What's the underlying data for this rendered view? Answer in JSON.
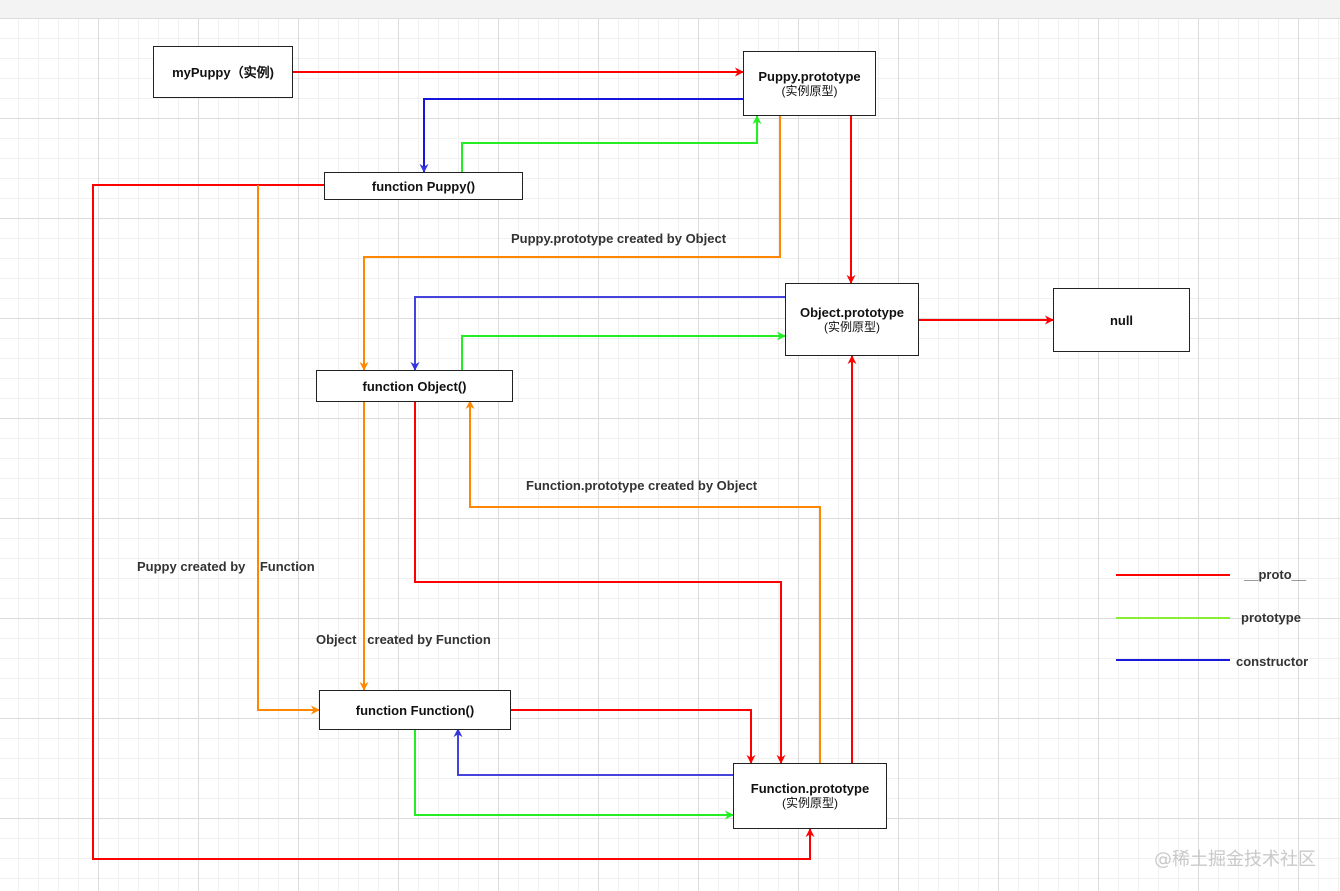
{
  "nodes": {
    "mypuppy": {
      "title": "myPuppy（实例)"
    },
    "puppy_prototype": {
      "title": "Puppy.prototype",
      "sub": "(实例原型)"
    },
    "function_puppy": {
      "title": "function Puppy()"
    },
    "object_prototype": {
      "title": "Object.prototype",
      "sub": "(实例原型)"
    },
    "null": {
      "title": "null"
    },
    "function_object": {
      "title": "function Object()"
    },
    "function_function": {
      "title": "function Function()"
    },
    "function_prototype": {
      "title": "Function.prototype",
      "sub": "(实例原型)"
    }
  },
  "labels": {
    "puppy_proto_by_object": "Puppy.prototype created by Object",
    "function_proto_by_object": "Function.prototype created by Object",
    "puppy_by_function": "Puppy created by    Function",
    "object_by_function": "Object   created by Function"
  },
  "legend": [
    {
      "label": "__proto__",
      "color": "#ff0000"
    },
    {
      "label": "prototype",
      "color": "#88ee33"
    },
    {
      "label": "constructor",
      "color": "#1a1add"
    }
  ],
  "watermark": "@稀土掘金技术社区",
  "colors": {
    "proto": "#ff0000",
    "prototype": "#22ee22",
    "constructor_dark": "#1515dd",
    "constructor": "#4444dd",
    "created_by": "#ff8800"
  }
}
